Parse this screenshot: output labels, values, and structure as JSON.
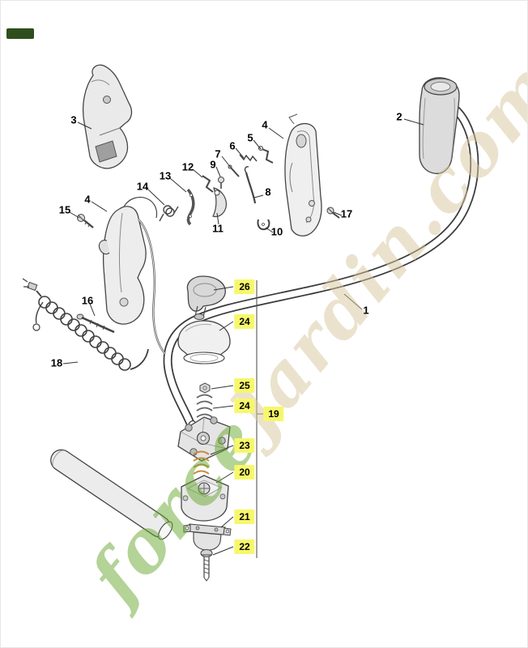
{
  "diagram": {
    "description": "Exploded parts diagram of a brushcutter loop-handle / throttle handle assembly"
  },
  "colors": {
    "highlight": "#f7f76b",
    "watermark_green": "#6aa832",
    "watermark_tan": "#d8c79e",
    "badge": "#2e4f1d",
    "line": "#3a3a3a"
  },
  "watermark": {
    "force": "force",
    "jardin": "Jardin",
    "com": ".com"
  },
  "callouts": {
    "plain": [
      {
        "id": "3"
      },
      {
        "id": "2"
      },
      {
        "id": "4"
      },
      {
        "id": "5"
      },
      {
        "id": "6"
      },
      {
        "id": "7"
      },
      {
        "id": "9"
      },
      {
        "id": "12"
      },
      {
        "id": "13"
      },
      {
        "id": "14"
      },
      {
        "id": "8"
      },
      {
        "id": "4"
      },
      {
        "id": "15"
      },
      {
        "id": "11"
      },
      {
        "id": "10"
      },
      {
        "id": "17"
      },
      {
        "id": "16"
      },
      {
        "id": "1"
      },
      {
        "id": "18"
      }
    ],
    "highlighted": [
      {
        "id": "26"
      },
      {
        "id": "24"
      },
      {
        "id": "25"
      },
      {
        "id": "24"
      },
      {
        "id": "19"
      },
      {
        "id": "23"
      },
      {
        "id": "20"
      },
      {
        "id": "21"
      },
      {
        "id": "22"
      }
    ]
  }
}
